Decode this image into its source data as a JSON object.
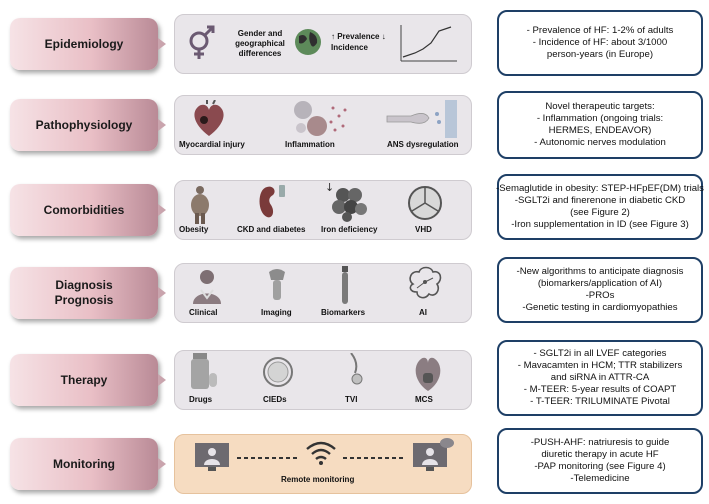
{
  "rows": [
    {
      "category": "Epidemiology",
      "items": [
        {
          "label": "Gender and geographical differences",
          "icon": "gender-symbol-icon"
        },
        {
          "label": "",
          "icon": "globe-icon"
        },
        {
          "label": "↑ Prevalence ↓ Incidence",
          "icon": "trend-chart-icon"
        }
      ],
      "info": [
        "- Prevalence of HF: 1-2% of adults",
        "- Incidence of HF: about 3/1000",
        "person-years (in Europe)"
      ]
    },
    {
      "category": "Pathophysiology",
      "items": [
        {
          "label": "Myocardial injury",
          "icon": "heart-icon"
        },
        {
          "label": "Inflammation",
          "icon": "inflammation-cells-icon"
        },
        {
          "label": "ANS dysregulation",
          "icon": "nerve-synapse-icon"
        }
      ],
      "info": [
        "Novel therapeutic targets:",
        "- Inflammation (ongoing trials:",
        "HERMES, ENDEAVOR)",
        "- Autonomic nerves modulation"
      ]
    },
    {
      "category": "Comorbidities",
      "items": [
        {
          "label": "Obesity",
          "icon": "person-obesity-icon"
        },
        {
          "label": "CKD and diabetes",
          "icon": "kidney-icon"
        },
        {
          "label": "Iron deficiency",
          "icon": "iron-molecule-icon"
        },
        {
          "label": "VHD",
          "icon": "heart-valve-icon"
        }
      ],
      "info": [
        "-Semaglutide in obesity: STEP-HFpEF(DM) trials",
        "-SGLT2i and finerenone in diabetic CKD",
        "(see Figure 2)",
        "-Iron supplementation in ID (see Figure 3)"
      ]
    },
    {
      "category": "Diagnosis\nPrognosis",
      "items": [
        {
          "label": "Clinical",
          "icon": "doctor-icon"
        },
        {
          "label": "Imaging",
          "icon": "ultrasound-probe-icon"
        },
        {
          "label": "Biomarkers",
          "icon": "test-tube-icon"
        },
        {
          "label": "AI",
          "icon": "brain-icon"
        }
      ],
      "info": [
        "-New algorithms to anticipate diagnosis",
        "(biomarkers/application of AI)",
        "-PROs",
        "-Genetic testing in cardiomyopathies"
      ]
    },
    {
      "category": "Therapy",
      "items": [
        {
          "label": "Drugs",
          "icon": "pill-bottle-icon"
        },
        {
          "label": "CIEDs",
          "icon": "pacemaker-icon"
        },
        {
          "label": "TVI",
          "icon": "catheter-icon"
        },
        {
          "label": "MCS",
          "icon": "lvad-icon"
        }
      ],
      "info": [
        "- SGLT2i in all LVEF categories",
        "- Mavacamten in HCM; TTR stabilizers",
        "and siRNA  in ATTR-CA",
        "- M-TEER: 5-year results of COAPT",
        "- T-TEER: TRILUMINATE Pivotal"
      ]
    },
    {
      "category": "Monitoring",
      "items": [
        {
          "label": "Remote monitoring",
          "icon": "wifi-icon"
        }
      ],
      "info": [
        "-PUSH-AHF: natriuresis to guide",
        "diuretic therapy in acute HF",
        "-PAP monitoring  (see Figure 4)",
        "-Telemedicine"
      ]
    }
  ],
  "colors": {
    "category_fill": "#e9bfc6",
    "info_border": "#1e3f66",
    "panel_grey": "#e9e6ea",
    "panel_orange": "#f6dcc1"
  }
}
